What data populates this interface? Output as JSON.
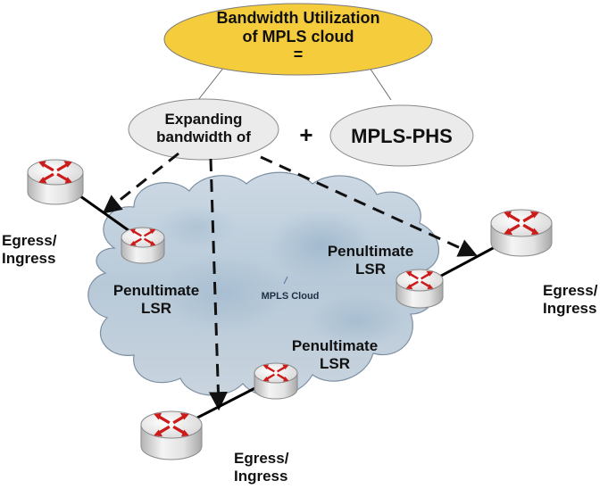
{
  "title": {
    "line1": "Bandwidth Utilization",
    "line2": "of MPLS cloud",
    "equals": "="
  },
  "expanding": {
    "line1": "Expanding",
    "line2": "bandwidth of"
  },
  "plus": "+",
  "phs": "MPLS-PHS",
  "cloud_label": "MPLS Cloud",
  "penultimate": {
    "left": {
      "line1": "Penultimate",
      "line2": "LSR"
    },
    "right": {
      "line1": "Penultimate",
      "line2": "LSR"
    },
    "bottom": {
      "line1": "Penultimate",
      "line2": "LSR"
    }
  },
  "edge": {
    "left": {
      "line1": "Egress/",
      "line2": "Ingress"
    },
    "right": {
      "line1": "Egress/",
      "line2": "Ingress"
    },
    "bottom": {
      "line1": "Egress/",
      "line2": "Ingress"
    }
  },
  "colors": {
    "title_fill": "#f5cd3c",
    "ellipse_fill": "#ebebeb",
    "cloud_fill": "#b9cbd9",
    "router_arrow": "#cc1b1b"
  },
  "icons": [
    "router-icon",
    "cloud-icon"
  ]
}
